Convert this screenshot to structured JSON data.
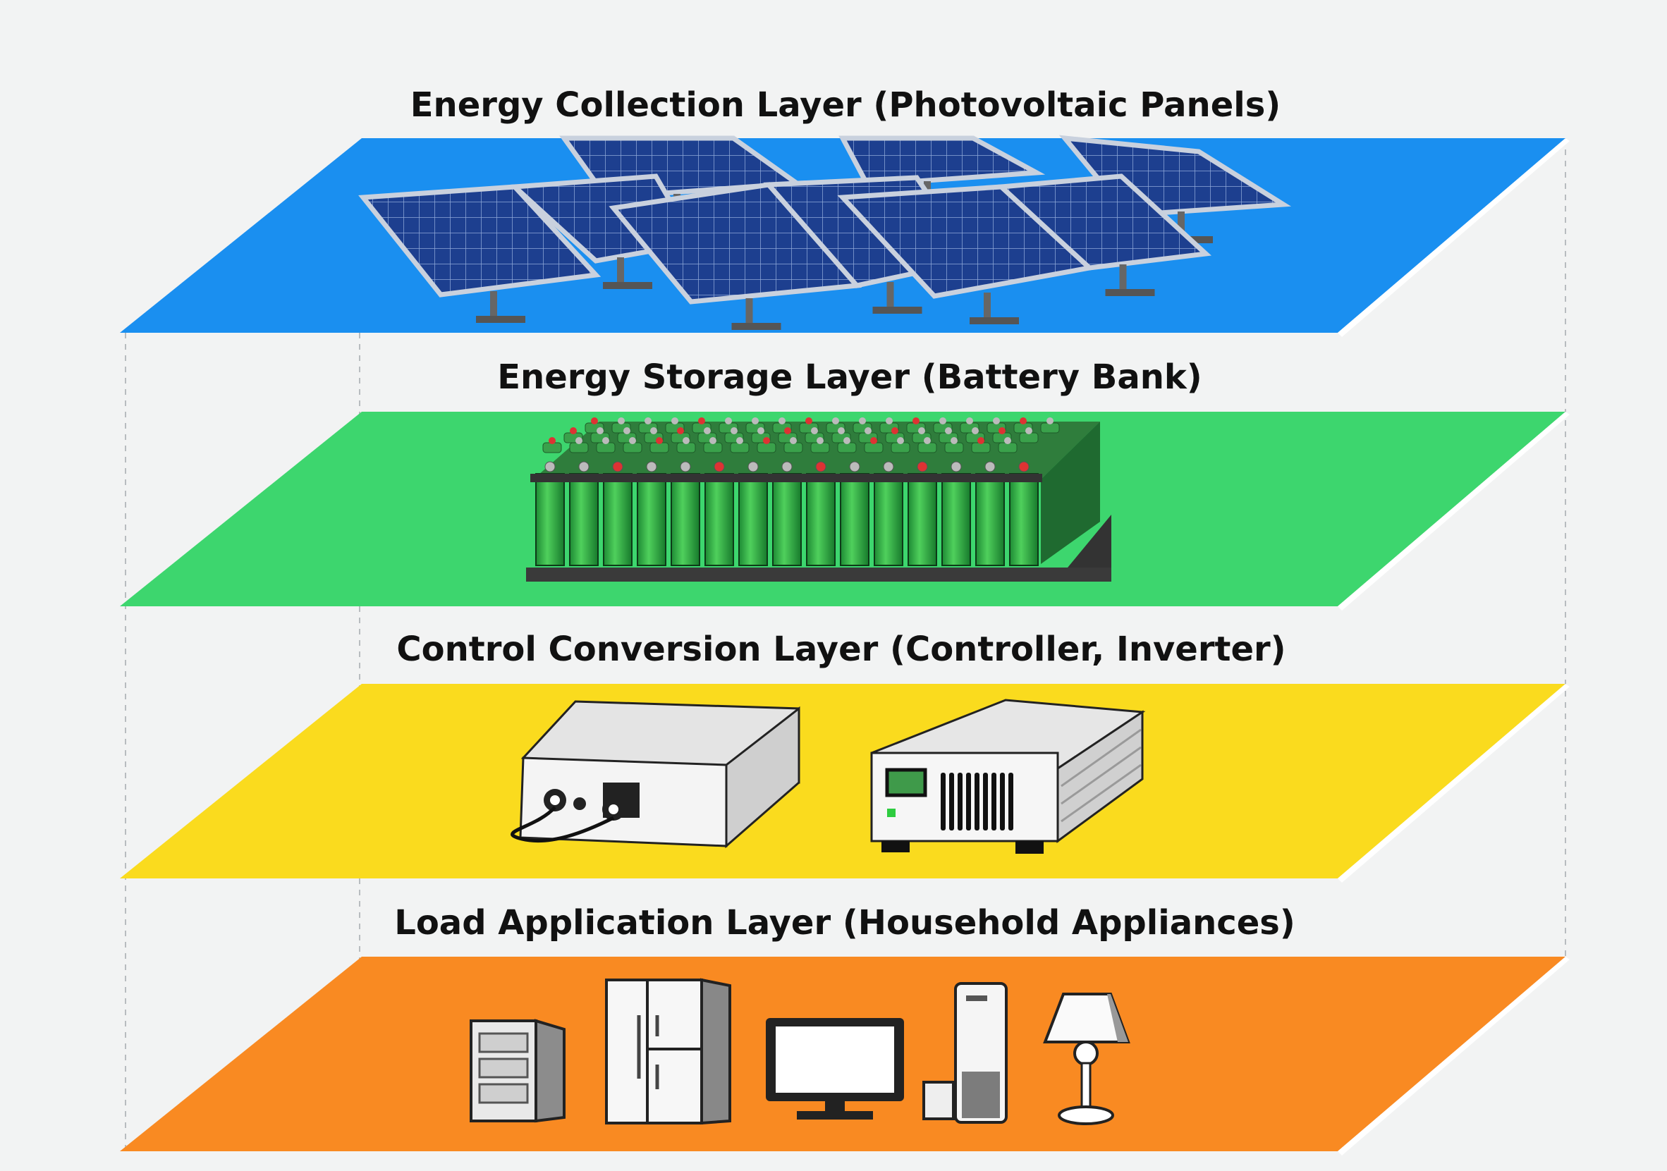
{
  "layers": [
    {
      "title": "Energy Collection Layer (Photovoltaic Panels)",
      "color": "#1a8ff0",
      "icon": "solar-panel-icon"
    },
    {
      "title": "Energy Storage Layer (Battery Bank)",
      "color": "#3dd66e",
      "icon": "battery-icon"
    },
    {
      "title": "Control Conversion Layer (Controller, Inverter)",
      "color": "#fadb1e",
      "icon": "inverter-icon"
    },
    {
      "title": "Load Application Layer (Household Appliances)",
      "color": "#f98a22",
      "icon": "appliance-icon"
    }
  ]
}
